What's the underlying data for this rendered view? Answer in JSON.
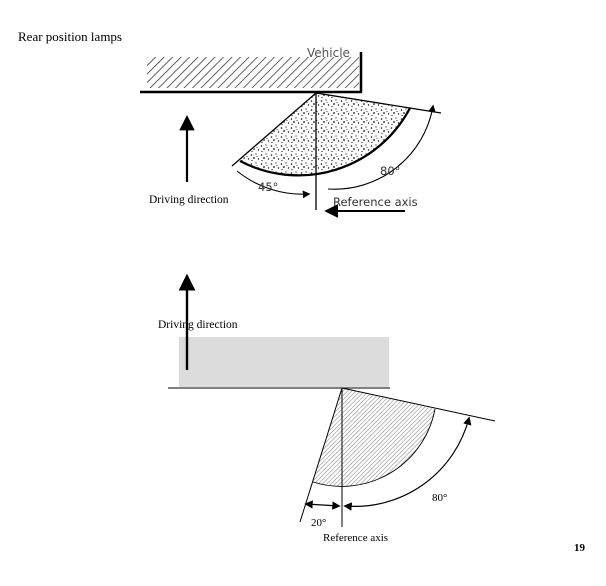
{
  "heading": "Rear position lamps",
  "figure1": {
    "vehicle_label": "Vehicle",
    "driving_label": "Driving direction",
    "reference_label": "Reference axis",
    "angle_left": "45°",
    "angle_right": "80°"
  },
  "figure2": {
    "driving_label": "Driving direction",
    "reference_label": "Reference axis",
    "angle_left": "20°",
    "angle_right": "80°"
  },
  "page_number": "19"
}
